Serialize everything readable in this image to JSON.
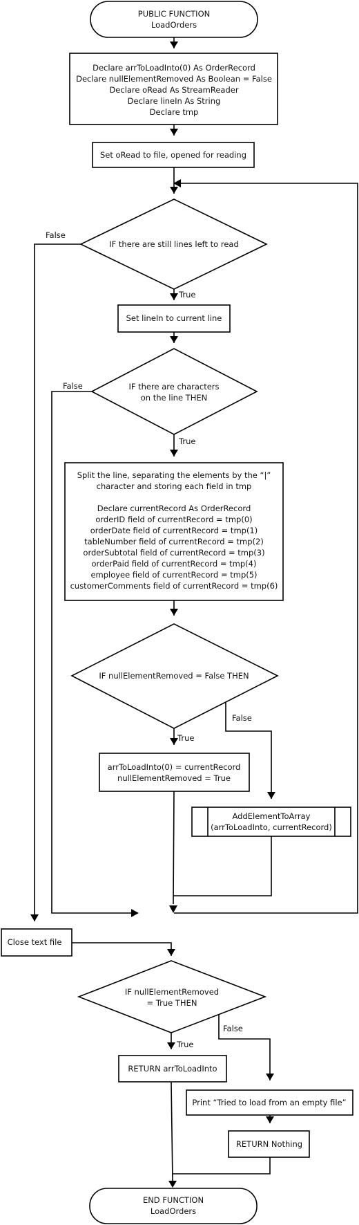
{
  "start": {
    "lines": [
      "PUBLIC FUNCTION",
      "LoadOrders"
    ]
  },
  "declare_box": {
    "lines": [
      "Declare arrToLoadInto(0) As OrderRecord",
      "Declare nullElementRemoved As Boolean = False",
      "Declare oRead As StreamReader",
      "Declare lineIn As String",
      "Declare tmp"
    ]
  },
  "open_file": {
    "lines": [
      "Set oRead to file, opened for reading"
    ]
  },
  "loop_decision": {
    "lines": [
      "IF there are still lines left to read"
    ]
  },
  "set_line": {
    "lines": [
      "Set lineIn to current line"
    ]
  },
  "chars_decision": {
    "lines": [
      "IF there are characters",
      "on the line THEN"
    ]
  },
  "split_box": {
    "lines": [
      "Split the line, separating the elements by the “|”",
      "character and storing each field in tmp",
      "",
      "Declare currentRecord As OrderRecord",
      "orderID field of currentRecord = tmp(0)",
      "orderDate field of currentRecord = tmp(1)",
      "tableNumber field of currentRecord = tmp(2)",
      "orderSubtotal field of currentRecord = tmp(3)",
      "orderPaid field of currentRecord = tmp(4)",
      "employee field of currentRecord = tmp(5)",
      "customerComments field of currentRecord = tmp(6)"
    ]
  },
  "null_decision": {
    "lines": [
      "IF nullElementRemoved = False THEN"
    ]
  },
  "assign_box": {
    "lines": [
      "arrToLoadInto(0) = currentRecord",
      "nullElementRemoved = True"
    ]
  },
  "add_element": {
    "lines": [
      "AddElementToArray",
      "(arrToLoadInto, currentRecord)"
    ]
  },
  "close_file": {
    "lines": [
      "Close text file"
    ]
  },
  "removed_decision": {
    "lines": [
      "IF nullElementRemoved",
      "= True THEN"
    ]
  },
  "return_array": {
    "lines": [
      "RETURN arrToLoadInto"
    ]
  },
  "print_empty": {
    "lines": [
      "Print “Tried to load from an empty file”"
    ]
  },
  "return_nothing": {
    "lines": [
      "RETURN Nothing"
    ]
  },
  "end": {
    "lines": [
      "END FUNCTION",
      "LoadOrders"
    ]
  },
  "edge_labels": {
    "loop_true": "True",
    "loop_false": "False",
    "chars_true": "True",
    "chars_false": "False",
    "null_true": "True",
    "null_false": "False",
    "removed_true": "True",
    "removed_false": "False"
  }
}
